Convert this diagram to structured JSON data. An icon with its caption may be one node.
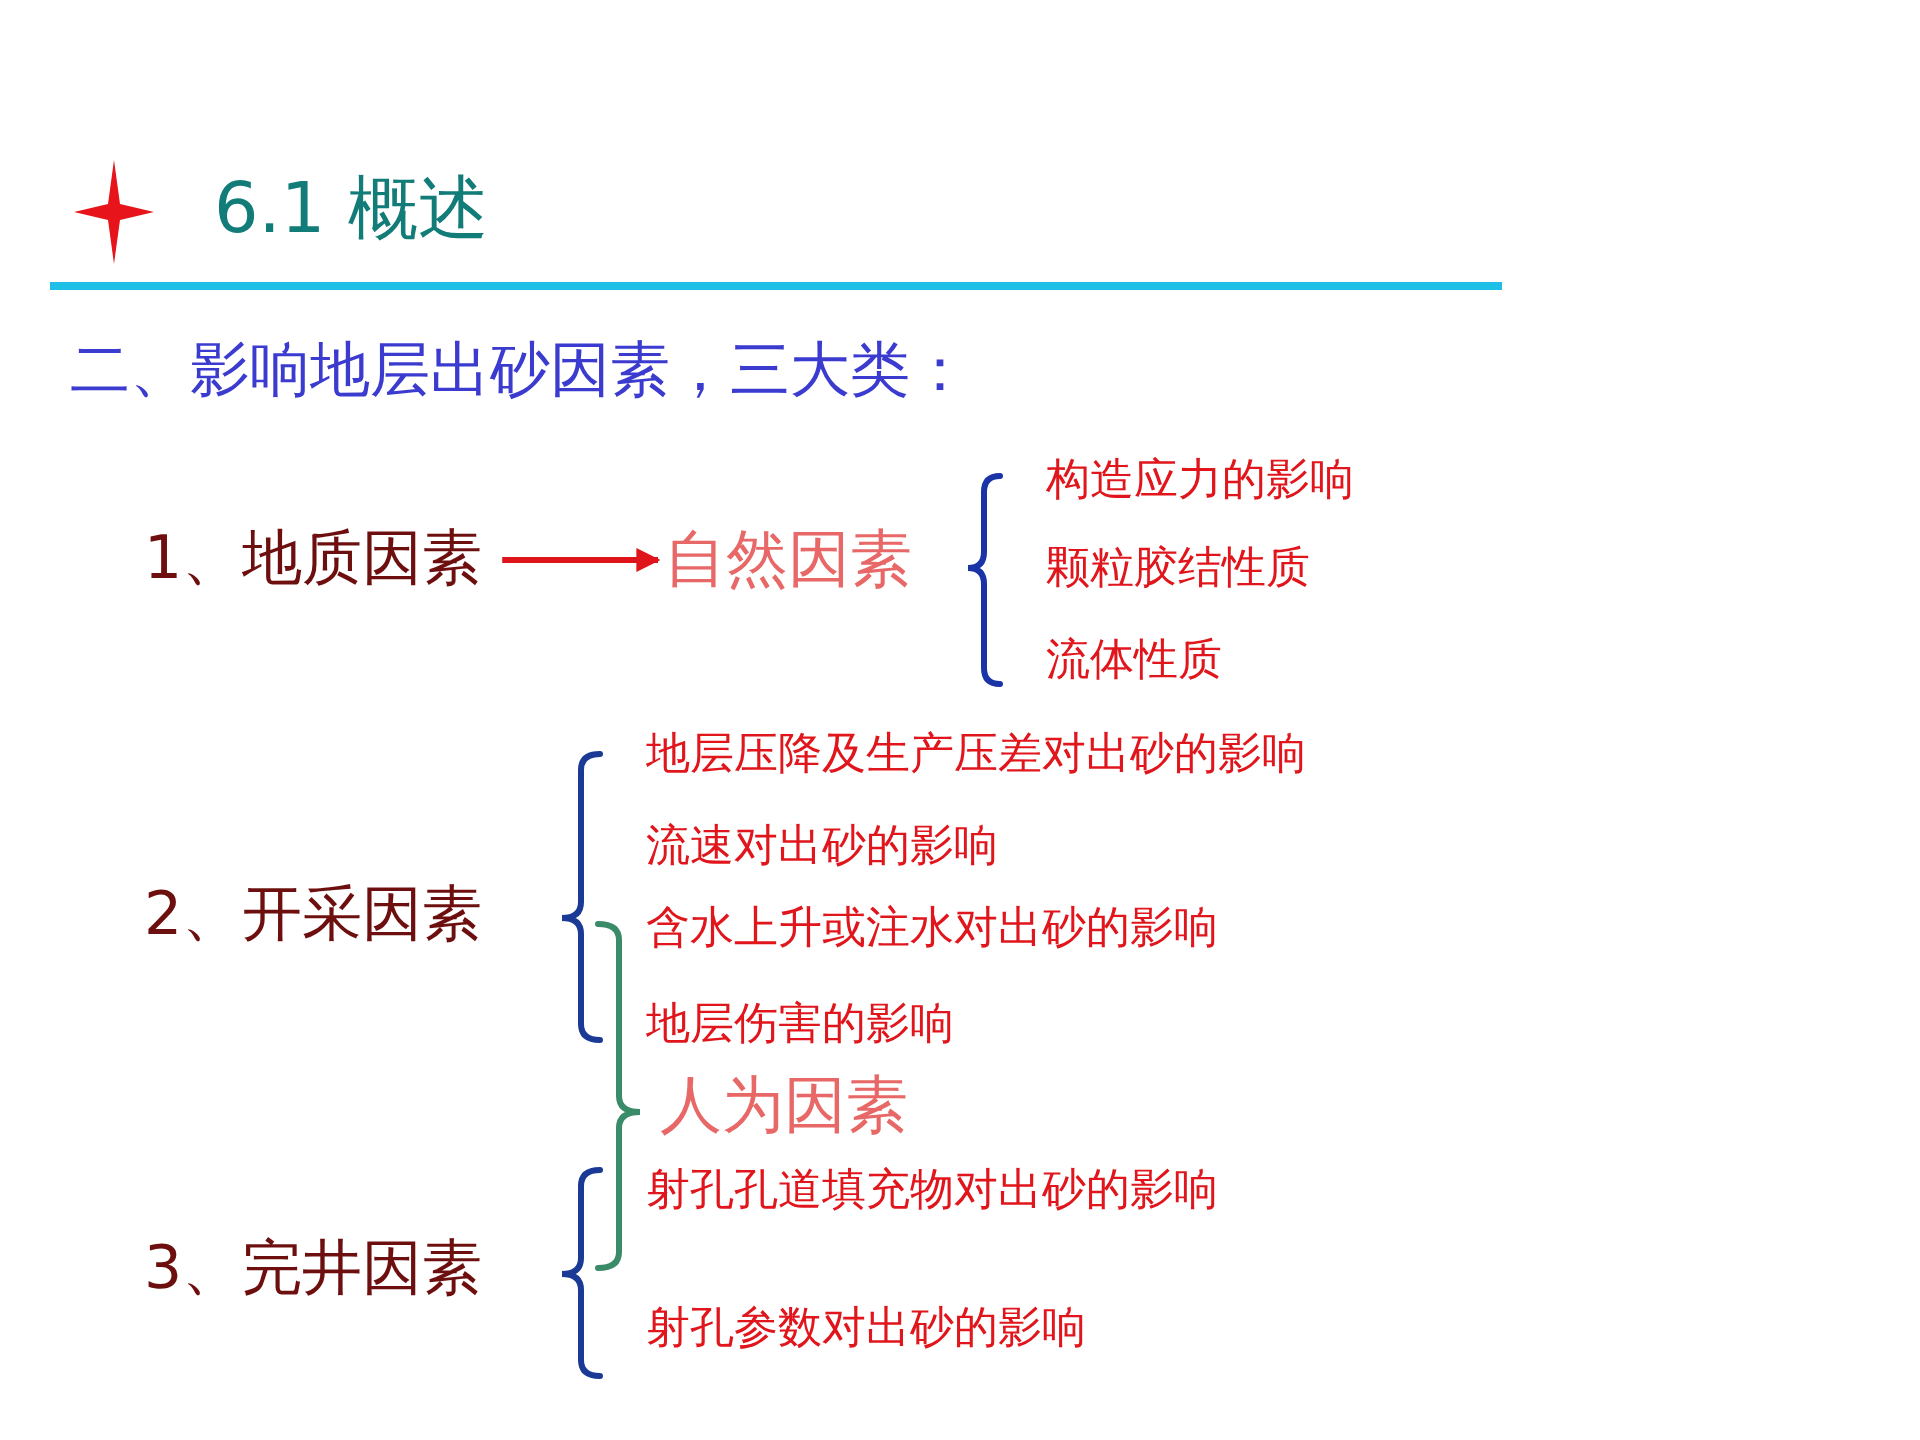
{
  "diagram": {
    "title": "6.1 概述",
    "nodes": [
      {
        "text": [
          "1、地质因素"
        ]
      },
      {
        "text": [
          "自然因素"
        ]
      }
    ],
    "edges": [
      {
        "from": 0,
        "to": 1,
        "arrow": "to"
      }
    ],
    "labels": [
      "二、影响地层出砂因素，三大类：",
      "构造应力的影响",
      "颗粒胶结性质",
      "流体性质",
      "2、开采因素",
      "地层压降及生产压差对出砂的影响",
      "流速对出砂的影响",
      "含水上升或注水对出砂的影响",
      "地层伤害的影响",
      "3、完井因素",
      "射孔孔道填充物对出砂的影响",
      "射孔参数对出砂的影响",
      "人为因素"
    ]
  }
}
